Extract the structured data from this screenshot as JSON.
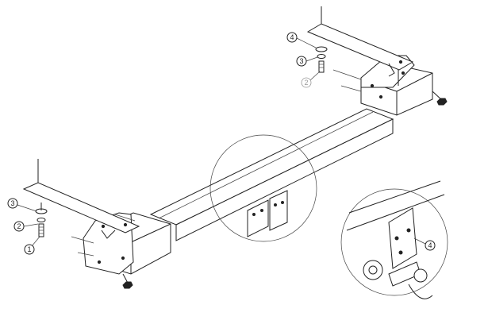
{
  "callouts": {
    "c1": "1",
    "c2_left": "2",
    "c3_left": "3",
    "c4_top": "4",
    "c3_top": "3",
    "c2_top": "2",
    "c4_detail": "4"
  }
}
